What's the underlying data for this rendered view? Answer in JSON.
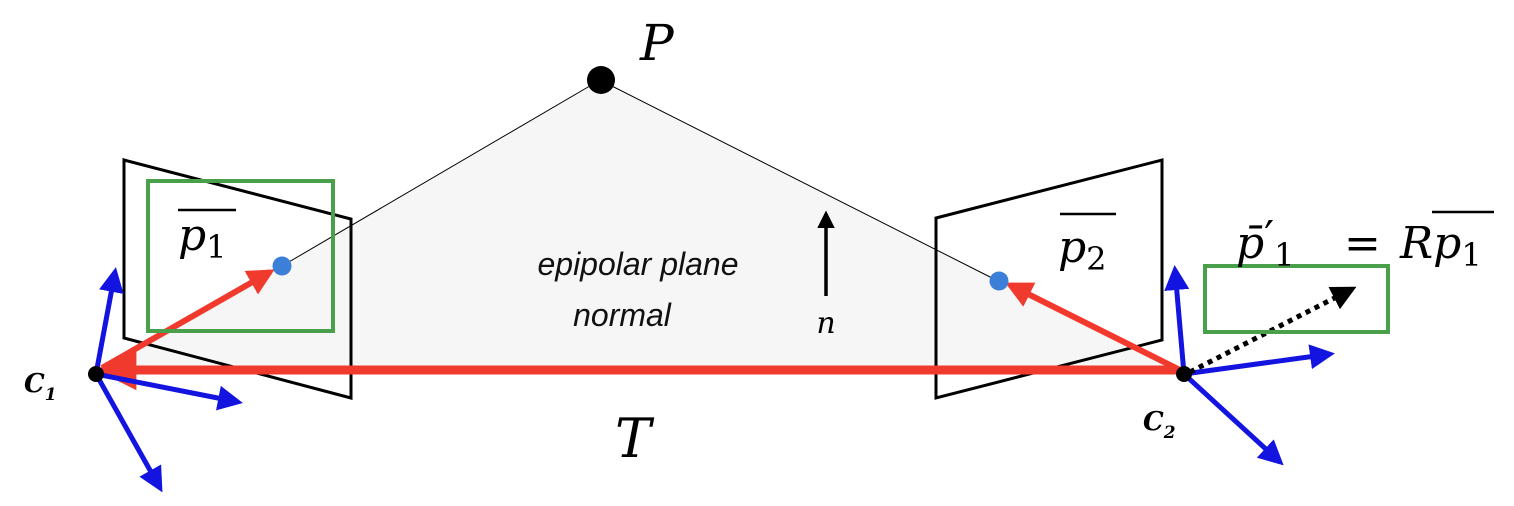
{
  "labels": {
    "point": "P",
    "p1": "p",
    "p1_sub": "1",
    "p2": "p",
    "p2_sub": "2",
    "plane_line1": "epipolar plane",
    "plane_line2": "normal",
    "normal": "n",
    "baseline": "T",
    "c1": "C",
    "c1_sub": "1",
    "c2": "C",
    "c2_sub": "2",
    "eq_lhs": "p̄",
    "eq_prime": "′",
    "eq_sub": "1",
    "eq_equals": "=",
    "eq_R": "R",
    "eq_p": "p",
    "eq_p_sub": "1"
  },
  "colors": {
    "baseline_red": "#f03a2e",
    "axes_blue": "#1414e0",
    "highlight_green": "#4aa04a",
    "image_point_blue": "#3b7fd8",
    "plane_fill": "#f6f6f6"
  }
}
